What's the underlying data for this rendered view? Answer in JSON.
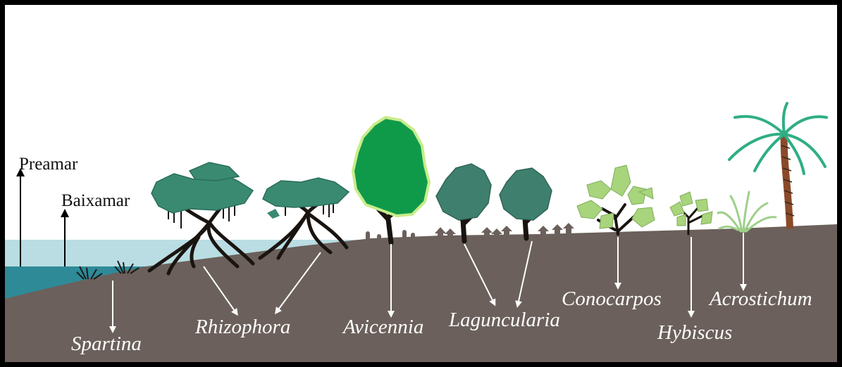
{
  "diagram": {
    "tide_labels": {
      "high": "Preamar",
      "low": "Baixamar"
    },
    "species": [
      {
        "id": "spartina",
        "name": "Spartina"
      },
      {
        "id": "rhizophora",
        "name": "Rhizophora"
      },
      {
        "id": "avicennia",
        "name": "Avicennia"
      },
      {
        "id": "laguncularia",
        "name": "Laguncularia"
      },
      {
        "id": "conocarpos",
        "name": "Conocarpos"
      },
      {
        "id": "hybiscus",
        "name": "Hybiscus"
      },
      {
        "id": "acrostichum",
        "name": "Acrostichum"
      }
    ],
    "colors": {
      "border": "#000000",
      "sky": "#ffffff",
      "sediment": "#6b605b",
      "sea_high": "#b9dde3",
      "sea_low": "#2f8a98",
      "rhizophora_canopy": "#3a8a72",
      "avicennia_canopy": "#0f9a4a",
      "avicennia_outline": "#c8ec8a",
      "laguncularia_canopy": "#3f7f6e",
      "conocarpos_leaf": "#a8d47c",
      "acrostichum_frond": "#9ed08a",
      "palm_frond": "#2fae84",
      "trunk": "#1a1410",
      "palm_trunk": "#8a4a2a",
      "label_text": "#ffffff",
      "tide_text": "#111111"
    }
  }
}
